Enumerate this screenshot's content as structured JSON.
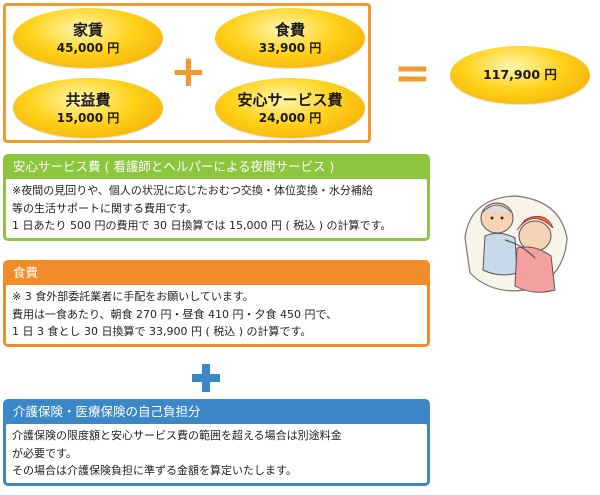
{
  "costs": {
    "rent": {
      "name": "家賃",
      "amount": "45,000 円"
    },
    "food": {
      "name": "食費",
      "amount": "33,900 円"
    },
    "common": {
      "name": "共益費",
      "amount": "15,000 円"
    },
    "safety": {
      "name": "安心サービス費",
      "amount": "24,000 円"
    },
    "total": {
      "amount": "117,900 円"
    }
  },
  "operators": {
    "plus": "+",
    "equals": "="
  },
  "sections": {
    "safety": {
      "title": "安心サービス費 ( 看護師とヘルパーによる夜間サービス )",
      "lines": [
        "※夜間の見回りや、個人の状況に応じたおむつ交換・体位変換・水分補給",
        "等の生活サポートに関する費用です。",
        "1 日あたり 500 円の費用で 30 日換算では 15,000 円 ( 税込 ) の計算です。"
      ]
    },
    "food": {
      "title": "食費",
      "lines": [
        "※ 3 食外部委託業者に手配をお願いしています。",
        "費用は一食あたり、朝食 270 円・昼食 410 円・夕食 450 円で、",
        "1 日 3 食とし 30 日換算で 33,900 円 ( 税込 ) の計算です。"
      ]
    },
    "insurance": {
      "title": "介護保険・医療保険の自己負担分",
      "lines": [
        "介護保険の限度額と安心サービス費の範囲を超える場合は別途料金",
        "が必要です。",
        "その場合は介護保険負担に準ずる金額を算定いたします。"
      ]
    }
  },
  "colors": {
    "orange": "#f29a2e",
    "green": "#8cc63f",
    "blue": "#3b87c8",
    "gold": "#ffd21a"
  }
}
